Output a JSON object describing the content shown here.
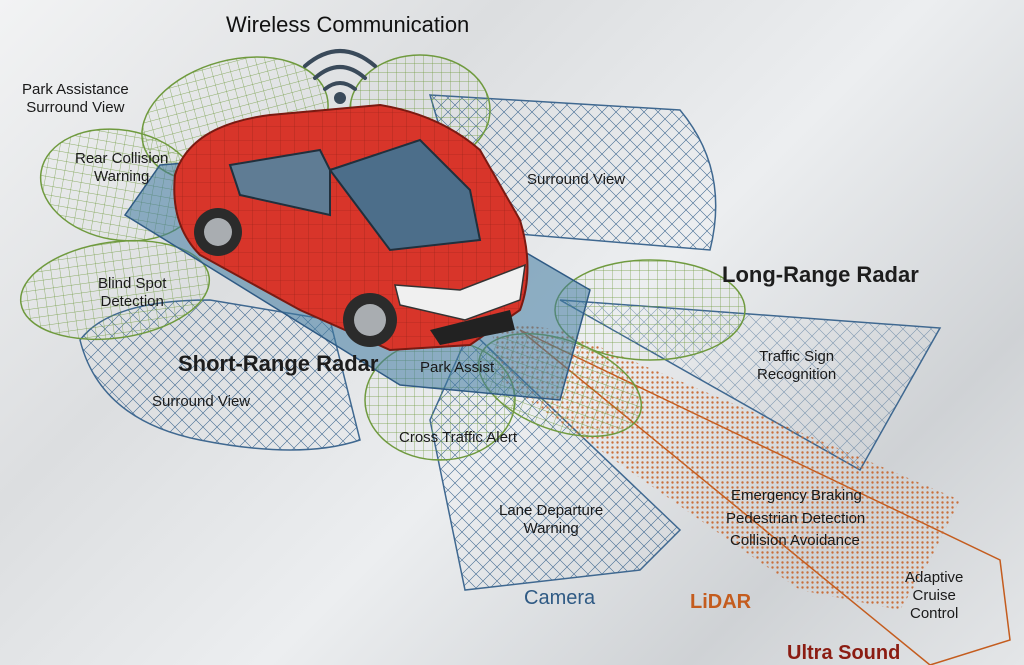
{
  "title": "Wireless Communication",
  "labels": {
    "park_assistance": "Park Assistance\nSurround View",
    "rear_collision": "Rear Collision\nWarning",
    "surround_view_right": "Surround View",
    "blind_spot": "Blind Spot\nDetection",
    "long_range_radar": "Long-Range Radar",
    "short_range_radar": "Short-Range Radar",
    "park_assist": "Park Assist",
    "surround_view_left": "Surround View",
    "traffic_sign": "Traffic Sign\nRecognition",
    "cross_traffic": "Cross Traffic Alert",
    "lane_departure": "Lane Departure\nWarning",
    "emergency_braking": "Emergency Braking",
    "pedestrian_detection": "Pedestrian Detection",
    "collision_avoidance": "Collision Avoidance",
    "adaptive_cruise": "Adaptive\nCruise\nControl",
    "camera": "Camera",
    "lidar": "LiDAR",
    "ultra_sound": "Ultra Sound"
  },
  "colors": {
    "lobe_green": "#6f9a3e",
    "radar_blue": "#3f6890",
    "car_red": "#d8352a",
    "lidar_orange": "#c8642a"
  }
}
